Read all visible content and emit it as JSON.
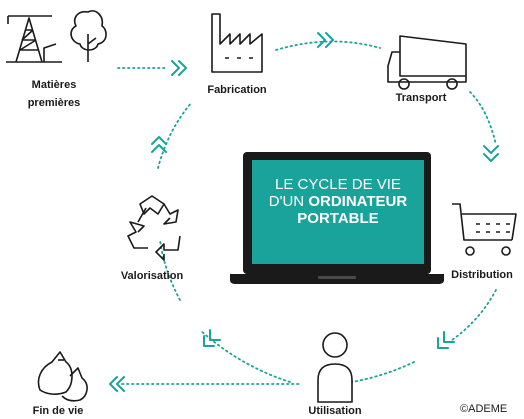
{
  "title": {
    "line1": "LE CYCLE DE VIE",
    "line2_prefix": "D'UN ",
    "line2_bold": "ORDINATEUR",
    "line3_bold": "PORTABLE"
  },
  "stages": {
    "raw_materials_line1": "Matières",
    "raw_materials_line2": "premières",
    "fabrication": "Fabrication",
    "transport": "Transport",
    "distribution": "Distribution",
    "utilisation": "Utilisation",
    "end_of_life": "Fin de vie",
    "valorisation": "Valorisation"
  },
  "credit": "©ADEME",
  "colors": {
    "accent": "#1aa39a",
    "screen": "#1aa39a",
    "icon_stroke": "#1a1a1a"
  }
}
